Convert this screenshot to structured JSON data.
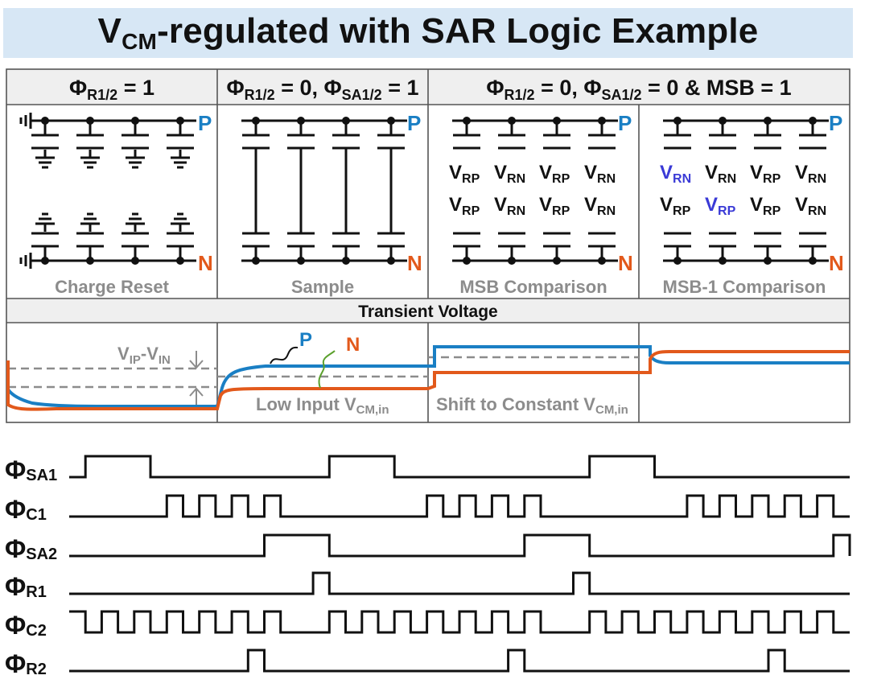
{
  "title": {
    "main": "V",
    "sub": "CM",
    "rest": "-regulated with SAR Logic Example"
  },
  "phase_headers": [
    {
      "parts": [
        [
          "Φ",
          ""
        ],
        [
          "R1/2",
          "sub"
        ],
        [
          " = 1",
          ""
        ]
      ]
    },
    {
      "parts": [
        [
          "Φ",
          ""
        ],
        [
          "R1/2",
          "sub"
        ],
        [
          " = 0, Φ",
          ""
        ],
        [
          "SA1/2",
          "sub"
        ],
        [
          " = 1",
          ""
        ]
      ]
    },
    {
      "parts": [
        [
          "Φ",
          ""
        ],
        [
          "R1/2",
          "sub"
        ],
        [
          " = 0, Φ",
          ""
        ],
        [
          "SA1/2",
          "sub"
        ],
        [
          " = 0 & MSB = 1",
          ""
        ]
      ]
    }
  ],
  "panels": {
    "charge_reset": "Charge Reset",
    "sample": "Sample",
    "msb": "MSB Comparison",
    "msb1": "MSB-1 Comparison"
  },
  "rail_labels": {
    "p": "P",
    "n": "N"
  },
  "msb_top_refs": [
    "RP",
    "RN",
    "RP",
    "RN"
  ],
  "msb_bot_refs": [
    "RP",
    "RN",
    "RP",
    "RN"
  ],
  "msb1_top_refs": [
    "RN",
    "RN",
    "RP",
    "RN"
  ],
  "msb1_bot_refs": [
    "RP",
    "RP",
    "RP",
    "RN"
  ],
  "msb1_highlight_top": [
    true,
    false,
    false,
    false
  ],
  "msb1_highlight_bot": [
    false,
    true,
    false,
    false
  ],
  "transient": {
    "header": "Transient Voltage",
    "vip_vin": [
      "V",
      "IP",
      "-V",
      "IN"
    ],
    "label_p": "P",
    "label_n": "N",
    "low_input": [
      "Low Input V",
      "CM,in"
    ],
    "shift": [
      "Shift to Constant V",
      "CM,in"
    ]
  },
  "colors": {
    "p": "#1a7fc4",
    "n": "#e2591b",
    "highlight": "#3a3ad6",
    "gray": "#8c8c8c",
    "title_bg": "#d7e7f5"
  },
  "timing": [
    {
      "name": "SA1",
      "levels": "0 1 1 1 1 0 0 0 0 0 0 0 0 0 0 0 1 1 1 1 0 0 0 0 0 0 0 0 0 0 0 0 1 1 1 1 0 0 0 0 0 0 0 0 0 0 0 0"
    },
    {
      "name": "C1",
      "levels": "0 0 0 0 0 0 1 0 1 0 1 0 1 0 0 0 0 0 0 0 0 0 1 0 1 0 1 0 1 0 0 0 0 0 0 0 0 0 1 0 1 0 1 0 1 0 1 0"
    },
    {
      "name": "SA2",
      "levels": "0 0 0 0 0 0 0 0 0 0 0 0 1 1 1 1 0 0 0 0 0 0 0 0 0 0 0 0 1 1 1 1 0 0 0 0 0 0 0 0 0 0 0 0 0 0 0 1"
    },
    {
      "name": "R1",
      "levels": "0 0 0 0 0 0 0 0 0 0 0 0 0 0 0 1 0 0 0 0 0 0 0 0 0 0 0 0 0 0 0 1 0 0 0 0 0 0 0 0 0 0 0 0 0 0 0 0"
    },
    {
      "name": "C2",
      "levels": "1 0 1 0 1 0 1 0 1 0 1 0 1 0 0 0 1 0 1 0 1 0 1 0 1 0 1 0 1 0 0 0 1 0 1 0 1 0 1 0 1 0 1 0 1 0 1 0"
    },
    {
      "name": "R2",
      "levels": "0 0 0 0 0 0 0 0 0 0 0 1 0 0 0 0 0 0 0 0 0 0 0 0 0 0 0 1 0 0 0 0 0 0 0 0 0 0 0 0 0 0 0 1 0 0 0 0"
    }
  ]
}
